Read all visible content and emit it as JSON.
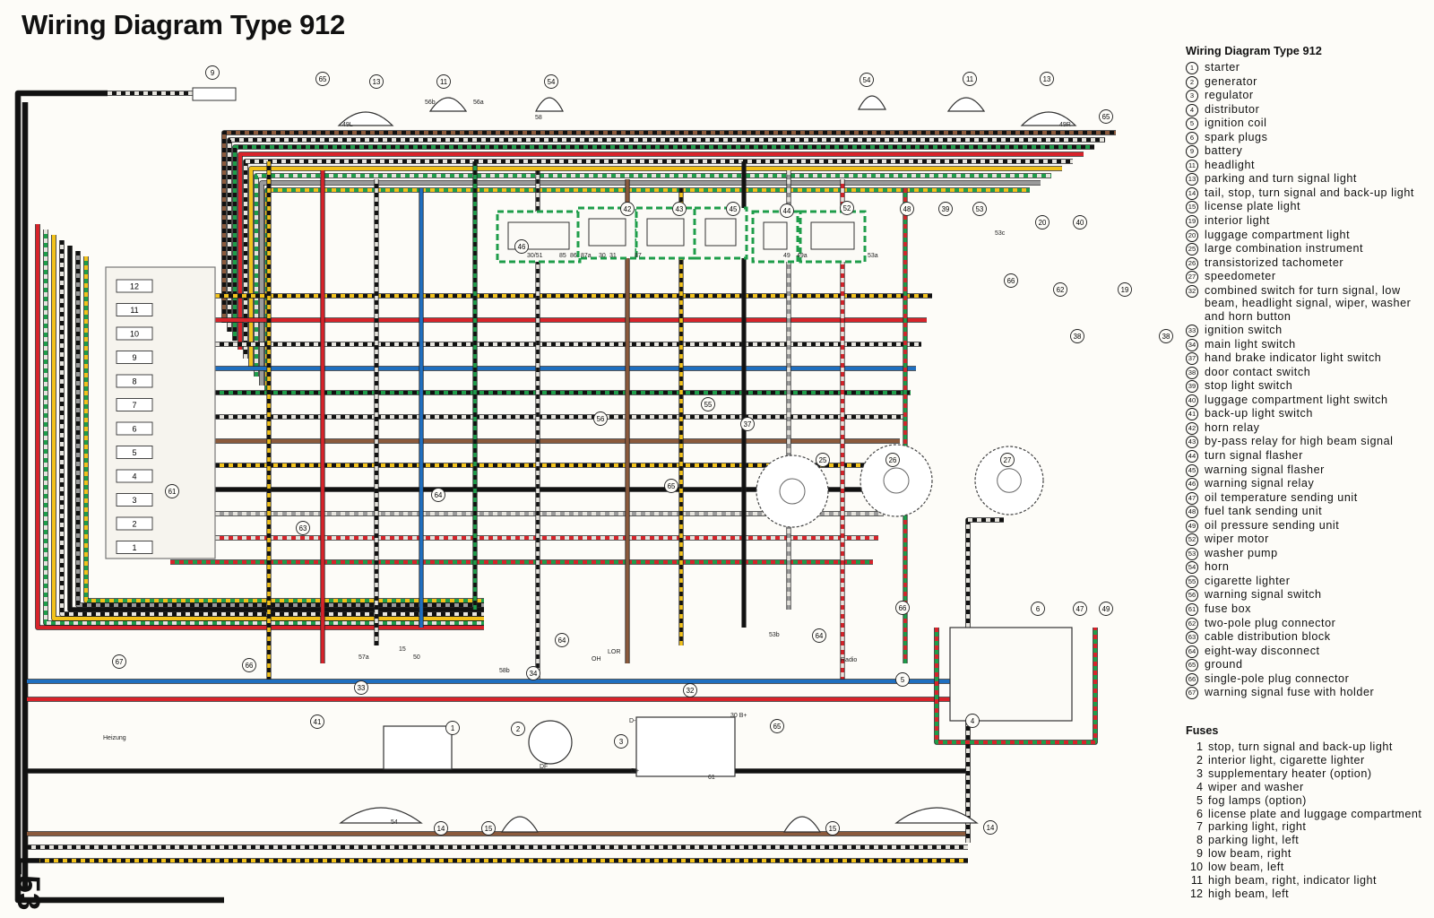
{
  "title": "Wiring Diagram Type 912",
  "page_id": "L53",
  "legend": {
    "heading": "Wiring Diagram Type 912",
    "items": [
      {
        "num": "1",
        "label": "starter"
      },
      {
        "num": "2",
        "label": "generator"
      },
      {
        "num": "3",
        "label": "regulator"
      },
      {
        "num": "4",
        "label": "distributor"
      },
      {
        "num": "5",
        "label": "ignition coil"
      },
      {
        "num": "6",
        "label": "spark plugs"
      },
      {
        "num": "9",
        "label": "battery"
      },
      {
        "num": "11",
        "label": "headlight"
      },
      {
        "num": "13",
        "label": "parking and turn signal light"
      },
      {
        "num": "14",
        "label": "tail, stop, turn signal and back-up light"
      },
      {
        "num": "15",
        "label": "license plate light"
      },
      {
        "num": "19",
        "label": "interior light"
      },
      {
        "num": "20",
        "label": "luggage compartment light"
      },
      {
        "num": "25",
        "label": "large combination instrument"
      },
      {
        "num": "26",
        "label": "transistorized tachometer"
      },
      {
        "num": "27",
        "label": "speedometer"
      },
      {
        "num": "32",
        "label": "combined switch for turn signal, low beam, headlight signal, wiper, washer and horn button"
      },
      {
        "num": "33",
        "label": "ignition switch"
      },
      {
        "num": "34",
        "label": "main light switch"
      },
      {
        "num": "37",
        "label": "hand brake indicator light switch"
      },
      {
        "num": "38",
        "label": "door contact switch"
      },
      {
        "num": "39",
        "label": "stop light switch"
      },
      {
        "num": "40",
        "label": "luggage compartment light switch"
      },
      {
        "num": "41",
        "label": "back-up light switch"
      },
      {
        "num": "42",
        "label": "horn relay"
      },
      {
        "num": "43",
        "label": "by-pass relay for high beam signal"
      },
      {
        "num": "44",
        "label": "turn signal flasher"
      },
      {
        "num": "45",
        "label": "warning signal flasher"
      },
      {
        "num": "46",
        "label": "warning signal relay"
      },
      {
        "num": "47",
        "label": "oil temperature sending unit"
      },
      {
        "num": "48",
        "label": "fuel tank sending unit"
      },
      {
        "num": "49",
        "label": "oil pressure sending unit"
      },
      {
        "num": "52",
        "label": "wiper motor"
      },
      {
        "num": "53",
        "label": "washer pump"
      },
      {
        "num": "54",
        "label": "horn"
      },
      {
        "num": "55",
        "label": "cigarette lighter"
      },
      {
        "num": "56",
        "label": "warning signal switch"
      },
      {
        "num": "61",
        "label": "fuse box"
      },
      {
        "num": "62",
        "label": "two-pole plug connector"
      },
      {
        "num": "63",
        "label": "cable distribution block"
      },
      {
        "num": "64",
        "label": "eight-way disconnect"
      },
      {
        "num": "65",
        "label": "ground"
      },
      {
        "num": "66",
        "label": "single-pole plug connector"
      },
      {
        "num": "67",
        "label": "warning signal fuse with holder"
      }
    ]
  },
  "fuses": {
    "heading": "Fuses",
    "items": [
      {
        "num": "1",
        "label": "stop, turn signal and back-up light"
      },
      {
        "num": "2",
        "label": "interior light, cigarette lighter"
      },
      {
        "num": "3",
        "label": "supplementary heater (option)"
      },
      {
        "num": "4",
        "label": "wiper and washer"
      },
      {
        "num": "5",
        "label": "fog lamps (option)"
      },
      {
        "num": "6",
        "label": "license plate and luggage compartment"
      },
      {
        "num": "7",
        "label": "parking light, right"
      },
      {
        "num": "8",
        "label": "parking light, left"
      },
      {
        "num": "9",
        "label": "low beam, right"
      },
      {
        "num": "10",
        "label": "low beam, left"
      },
      {
        "num": "11",
        "label": "high beam, right, indicator light"
      },
      {
        "num": "12",
        "label": "high beam, left"
      }
    ]
  },
  "diagram": {
    "fuse_box_labels": [
      "12",
      "11",
      "10",
      "9",
      "8",
      "7",
      "6",
      "5",
      "4",
      "3",
      "2",
      "1"
    ],
    "component_callouts": [
      "9",
      "65",
      "13",
      "11",
      "54",
      "54",
      "11",
      "13",
      "65",
      "46",
      "42",
      "43",
      "45",
      "44",
      "52",
      "48",
      "39",
      "53",
      "20",
      "40",
      "66",
      "62",
      "19",
      "38",
      "38",
      "56",
      "55",
      "37",
      "25",
      "26",
      "27",
      "61",
      "63",
      "64",
      "65",
      "66",
      "6",
      "47",
      "49",
      "64",
      "64",
      "33",
      "34",
      "32",
      "5",
      "4",
      "41",
      "1",
      "2",
      "3",
      "65",
      "67",
      "66",
      "14",
      "15",
      "15",
      "14"
    ],
    "annotations": [
      "Heizung",
      "Radio",
      "30/51",
      "85",
      "86",
      "87a",
      "30",
      "31",
      "87",
      "56b",
      "56a",
      "49",
      "49a",
      "53a",
      "53c",
      "53b",
      "58",
      "49L",
      "49R",
      "54",
      "DF",
      "D+",
      "D-",
      "30 B+",
      "61",
      "LOR",
      "OH",
      "57a",
      "58b",
      "15",
      "50"
    ]
  },
  "colors": {
    "red": "#d8232a",
    "yellow": "#f2c21b",
    "black": "#111111",
    "brown": "#8b5a3c",
    "green": "#1e9d4a",
    "blue": "#1f6fc0",
    "white": "#e6e4de",
    "violet": "#8a4fae",
    "grey": "#9a9a9a"
  }
}
